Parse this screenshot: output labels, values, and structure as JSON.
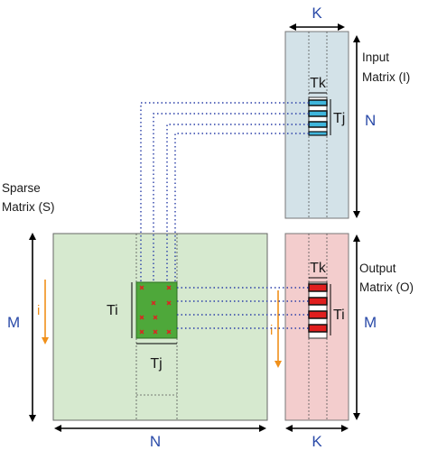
{
  "labels": {
    "k_top": "K",
    "input_matrix_line1": "Input",
    "input_matrix_line2": "Matrix (I)",
    "n_right": "N",
    "tk_input": "Tk",
    "tj_input": "Tj",
    "sparse_line1": "Sparse",
    "sparse_line2": "Matrix (S)",
    "m_left": "M",
    "i_sparse": "i",
    "ti_sparse": "Ti",
    "tj_sparse": "Tj",
    "n_bottom": "N",
    "tk_output": "Tk",
    "output_line1": "Output",
    "output_line2": "Matrix (O)",
    "ti_output": "Ti",
    "i_output": "i",
    "m_right": "M",
    "k_bottom": "K"
  },
  "colors": {
    "input_matrix_fill": "#d3e2e8",
    "sparse_matrix_fill": "#d6e9cf",
    "output_matrix_fill": "#f3cdcd",
    "tile_green": "#4ea83a",
    "input_stripe": "#3fb6dc",
    "output_stripe": "#e01e1e",
    "nonzero_marker": "#e02020",
    "dotted_line": "#2a3fa8",
    "blue_text": "#2a4aa8",
    "orange_arrow": "#f0901a"
  }
}
